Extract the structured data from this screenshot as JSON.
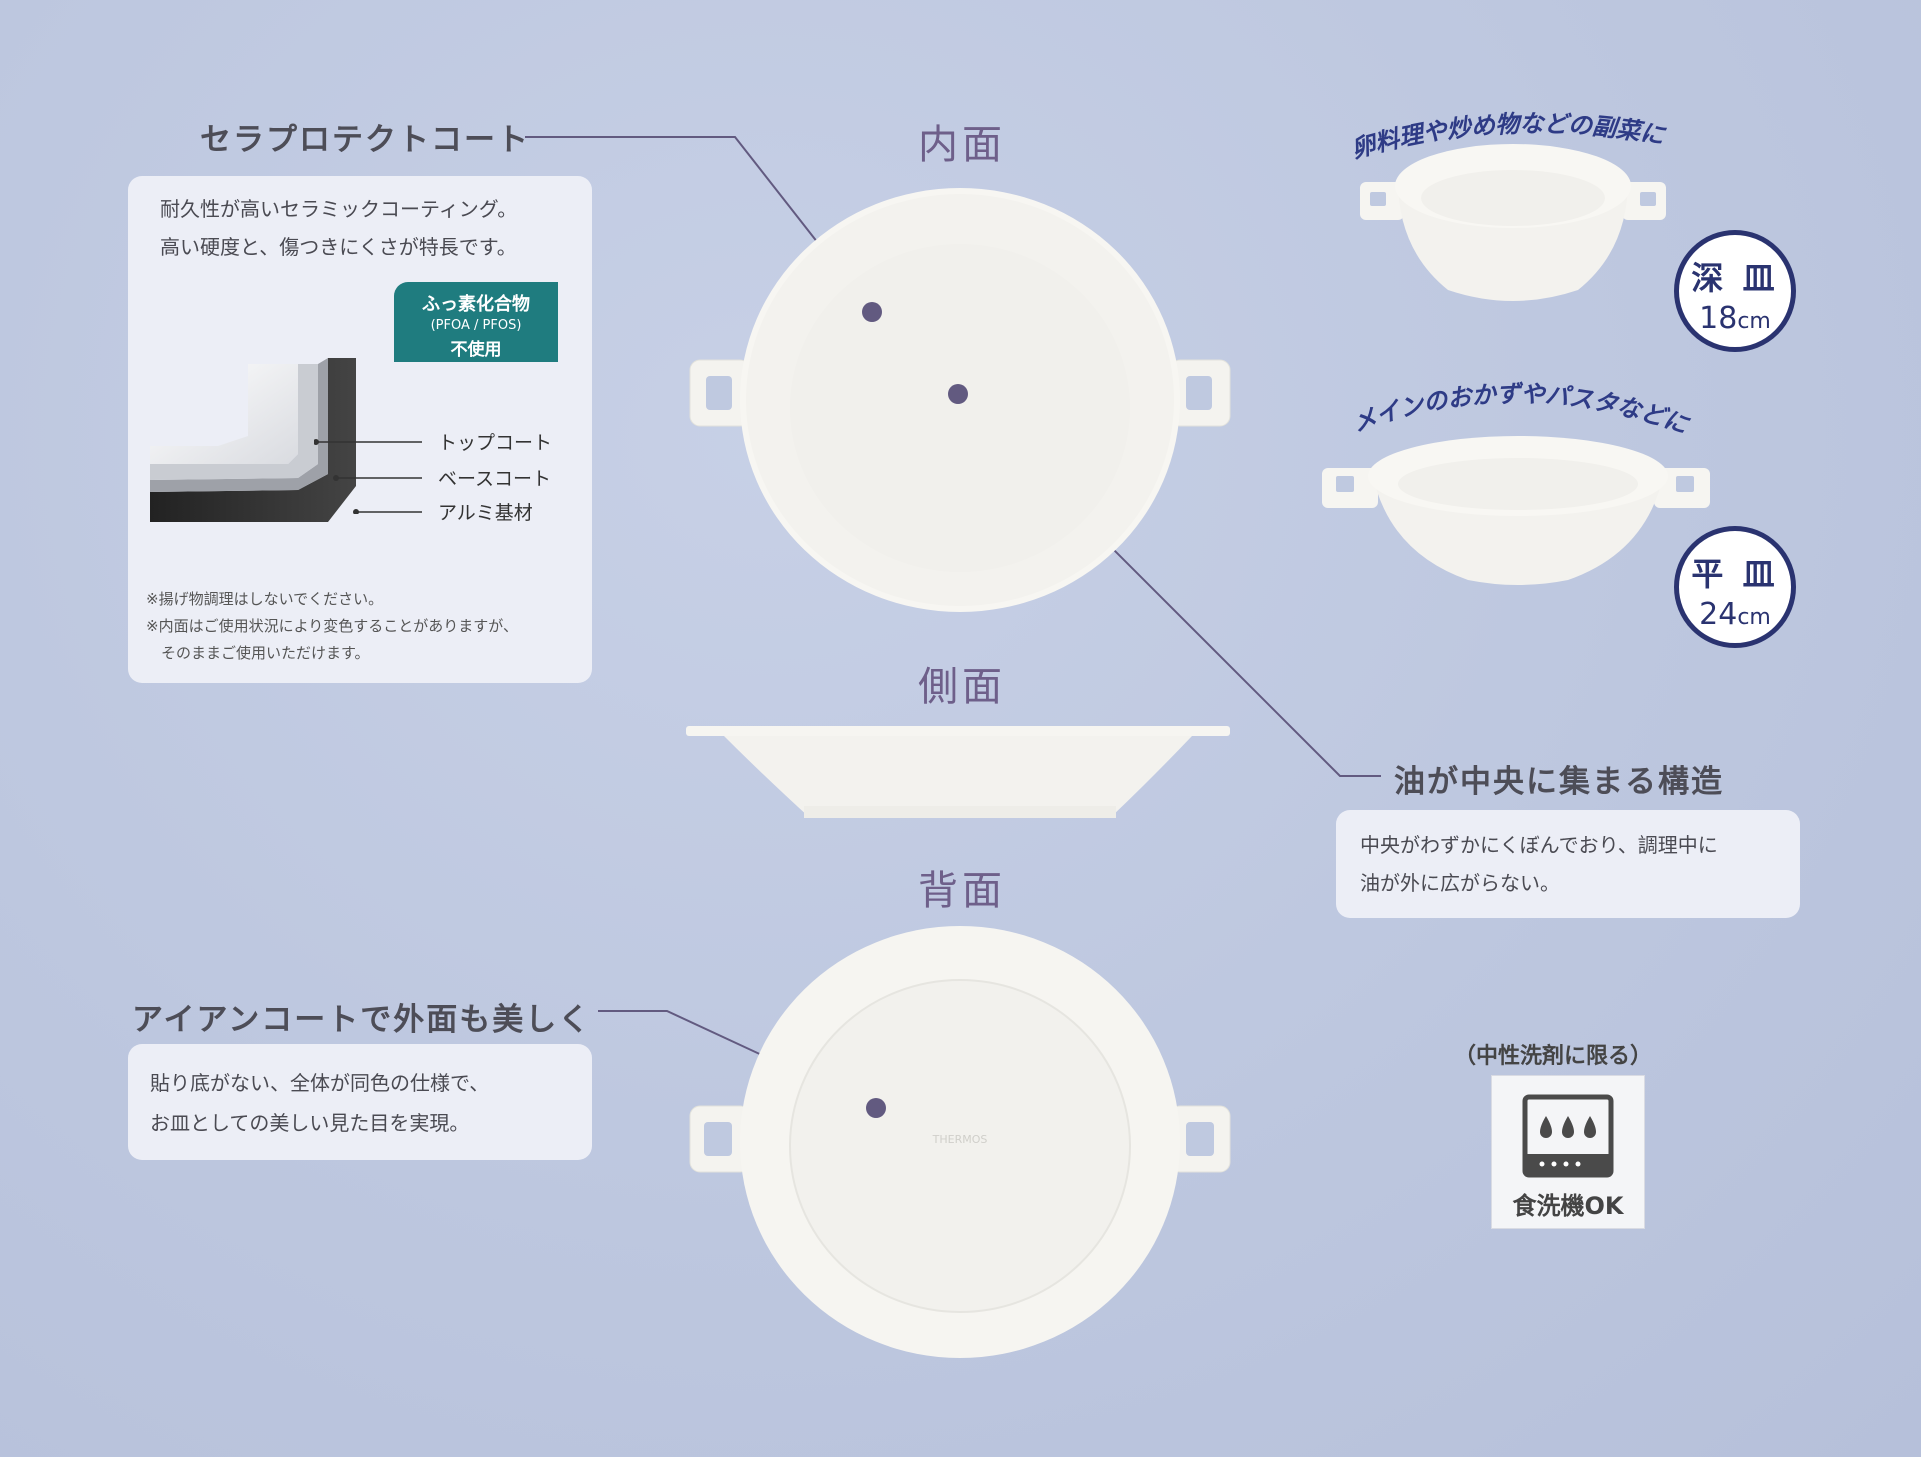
{
  "colors": {
    "background": "#bfc9e0",
    "card": "#eceef6",
    "heading": "#4d4d57",
    "view_label": "#6e5f8a",
    "leader_line": "#625a80",
    "badge_navy": "#2a3370",
    "pfoa_teal": "#1f7c7f",
    "caption_blue": "#2e3b86"
  },
  "labels": {
    "inner": "内面",
    "side": "側面",
    "back": "背面"
  },
  "features": {
    "ceraprotect": {
      "title": "セラプロテクトコート",
      "lines": [
        "耐久性が高いセラミックコーティング。",
        "高い硬度と、傷つきにくさが特長です。"
      ],
      "badge": {
        "line1": "ふっ素化合物",
        "line2": "(PFOA / PFOS)",
        "line3": "不使用"
      },
      "layers": [
        "トップコート",
        "ベースコート",
        "アルミ基材"
      ],
      "notes": [
        "※揚げ物調理はしないでください。",
        "※内面はご使用状況により変色することがありますが、",
        "　そのままご使用いただけます。"
      ]
    },
    "oil": {
      "title": "油が中央に集まる構造",
      "lines": [
        "中央がわずかにくぼんでおり、調理中に",
        "油が外に広がらない。"
      ]
    },
    "iron": {
      "title": "アイアンコートで外面も美しく",
      "lines": [
        "貼り底がない、全体が同色の仕様で、",
        "お皿としての美しい見た目を実現。"
      ]
    }
  },
  "sizes": {
    "deep": {
      "caption": "卵料理や炒め物などの副菜に",
      "name": "深 皿",
      "number": "18",
      "unit": "cm"
    },
    "flat": {
      "caption": "メインのおかずやパスタなどに",
      "name": "平 皿",
      "number": "24",
      "unit": "cm"
    }
  },
  "dishwasher": {
    "note": "（中性洗剤に限る）",
    "label": "食洗機OK"
  },
  "logo_text": "THERMOS",
  "icons": [
    "water-drop-icon"
  ]
}
